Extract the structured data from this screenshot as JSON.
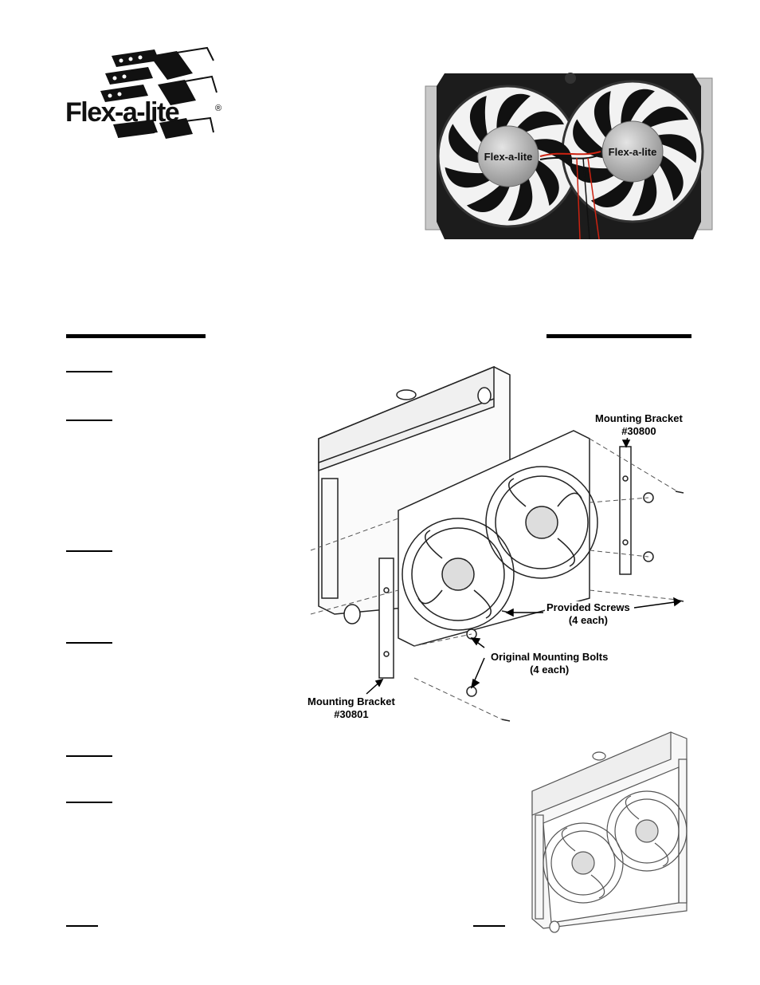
{
  "logo": {
    "brand": "Flex-a-lite",
    "mark": "®"
  },
  "photo": {
    "badge_left": "Flex-a-lite",
    "badge_right": "Flex-a-lite"
  },
  "diagram": {
    "bracket_right": {
      "line1": "Mounting Bracket",
      "line2": "#30800"
    },
    "bracket_left": {
      "line1": "Mounting Bracket",
      "line2": "#30801"
    },
    "screws": {
      "line1": "Provided Screws",
      "line2": "(4 each)"
    },
    "bolts": {
      "line1": "Original Mounting Bolts",
      "line2": "(4 each)"
    }
  },
  "colors": {
    "ink": "#000000",
    "fan_body": "#1a1a1a",
    "badge": "#b9b9b9"
  }
}
